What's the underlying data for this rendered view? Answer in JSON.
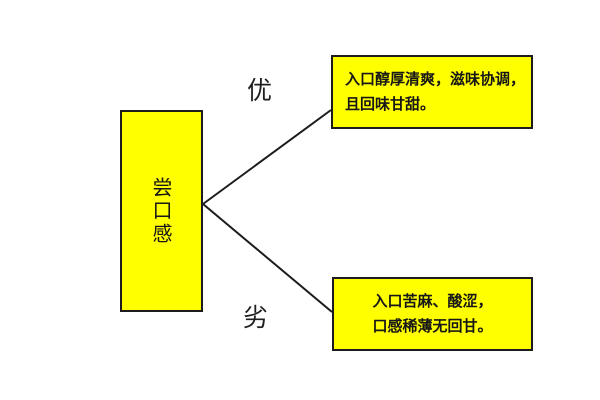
{
  "diagram": {
    "root": {
      "label": "尝口感"
    },
    "branches": [
      {
        "label": "优",
        "lines": [
          "入口醇厚清爽，滋味协调，",
          "且回味甘甜。"
        ]
      },
      {
        "label": "劣",
        "lines": [
          "入口苦麻、酸涩，",
          "口感稀薄无回甘。"
        ]
      }
    ],
    "colors": {
      "box_fill": "#ffff00",
      "box_border": "#1c1c1c",
      "connector_line": "#1c1c1c",
      "text": "#171717",
      "background": "#ffffff"
    }
  }
}
